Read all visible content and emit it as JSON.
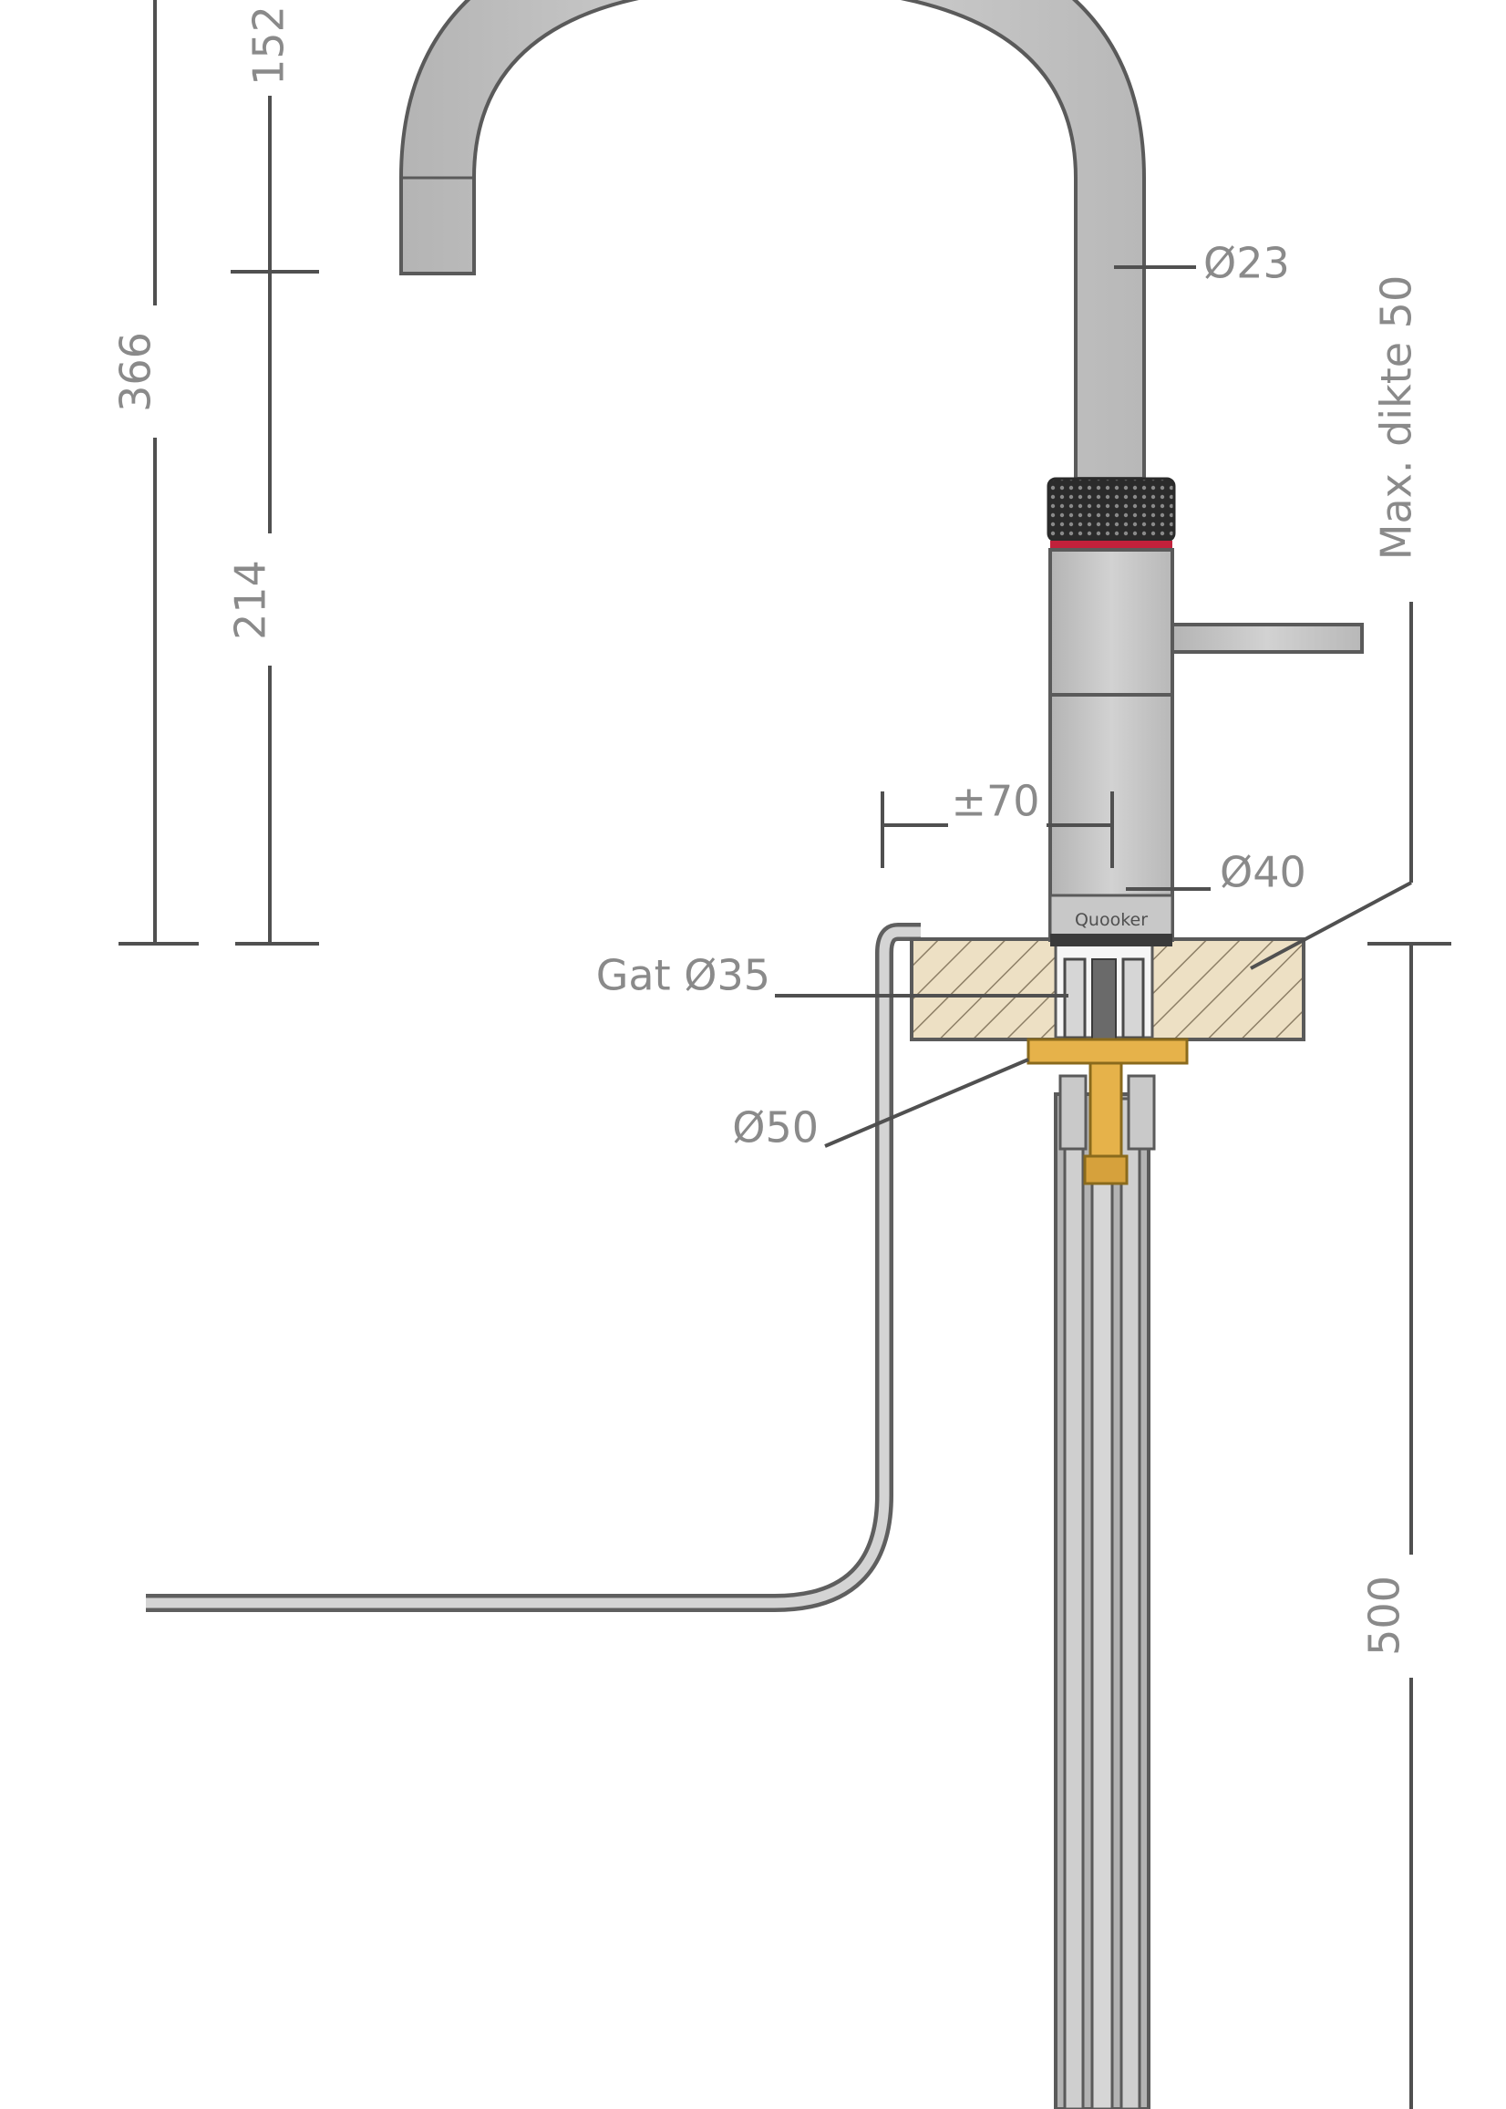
{
  "diagram": {
    "brand_logo": "Quooker",
    "colors": {
      "steel": "#c4c4c4",
      "steel_dark": "#8a8a8a",
      "outline": "#5a5a5a",
      "dimension_text": "#8a8a8a",
      "worktop": "#ede0c4",
      "brass": "#e6b24a",
      "red_ring": "#c2213b",
      "knurl": "#2b2b2b"
    },
    "dimensions": {
      "d152": "152",
      "d366": "366",
      "d214": "214",
      "d23": "Ø23",
      "max_thickness": "Max. dikte 50",
      "d70": "±70",
      "d40": "Ø40",
      "hole": "Gat Ø35",
      "d50": "Ø50",
      "d500": "500"
    }
  }
}
